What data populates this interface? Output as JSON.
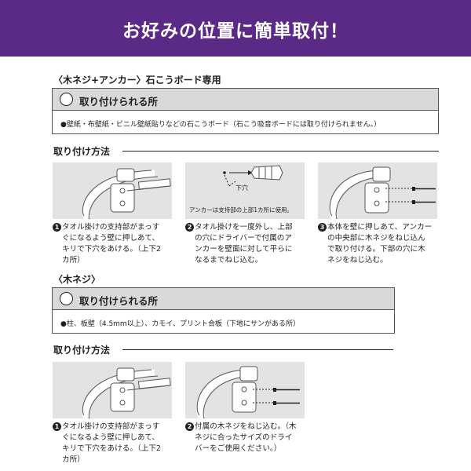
{
  "banner": {
    "title": "お好みの位置に簡単取付！"
  },
  "section1": {
    "title": "〈木ネジ+アンカー〉石こうボード専用",
    "box": {
      "heading": "取り付けられる所",
      "body": "●壁紙・布壁紙・ビニル壁紙貼りなどの石こうボード（石こう吸音ボードには取り付けられません。）"
    },
    "how_title": "取り付け方法",
    "panel2_label": "下穴",
    "panel2_note": "アンカーは支持部の上部1カ所に使用。",
    "steps": [
      {
        "num": "1",
        "lines": [
          "タオル掛けの支持部がまっす",
          "ぐになるよう壁に押しあて、",
          "キリで下穴をあける。（上下2",
          "カ所）"
        ]
      },
      {
        "num": "2",
        "lines": [
          "タオル掛けを一度外し、上部",
          "の穴にドライバーで付属のア",
          "ンカーを壁面に対して平らに",
          "なるまでねじ込む。"
        ]
      },
      {
        "num": "3",
        "lines": [
          "本体を壁に押しあて、アンカー",
          "の中央部に木ネジをねじ込ん",
          "で取り付ける。下部の穴に木",
          "ネジをねじ込む。"
        ]
      }
    ]
  },
  "section2": {
    "title": "〈木ネジ〉",
    "box": {
      "heading": "取り付けられる所",
      "body": "●柱、板壁（4.5mm以上）、カモイ、プリント合板（下地にサンがある所）"
    },
    "how_title": "取り付け方法",
    "steps": [
      {
        "num": "1",
        "lines": [
          "タオル掛けの支持部がまっす",
          "ぐになるよう壁に押しあて、",
          "キリで下穴をあける。（上下2",
          "カ所）"
        ]
      },
      {
        "num": "2",
        "lines": [
          "付属の木ネジをねじ込む。（木",
          "ネジに合ったサイズのドライ",
          "バーをご使用ください。）"
        ]
      }
    ]
  }
}
